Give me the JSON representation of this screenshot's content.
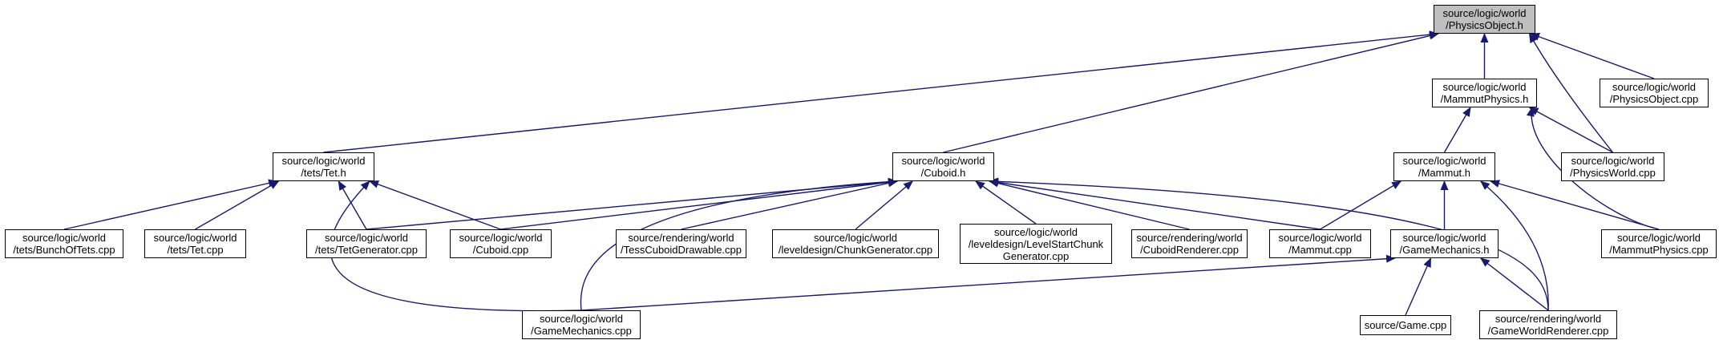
{
  "diagram": {
    "type": "include-dependency-graph",
    "colors": {
      "edge": "#191970",
      "focus_fill": "#bfbfbf",
      "node_fill": "#ffffff",
      "node_border": "#000000"
    },
    "nodes": [
      {
        "id": "physicsobject_h",
        "lines": [
          "source/logic/world",
          "/PhysicsObject.h"
        ],
        "focus": true
      },
      {
        "id": "mammutphysics_h",
        "lines": [
          "source/logic/world",
          "/MammutPhysics.h"
        ]
      },
      {
        "id": "physicsobject_cpp",
        "lines": [
          "source/logic/world",
          "/PhysicsObject.cpp"
        ]
      },
      {
        "id": "tet_h",
        "lines": [
          "source/logic/world",
          "/tets/Tet.h"
        ]
      },
      {
        "id": "cuboid_h",
        "lines": [
          "source/logic/world",
          "/Cuboid.h"
        ]
      },
      {
        "id": "mammut_h",
        "lines": [
          "source/logic/world",
          "/Mammut.h"
        ]
      },
      {
        "id": "physicsworld_cpp",
        "lines": [
          "source/logic/world",
          "/PhysicsWorld.cpp"
        ]
      },
      {
        "id": "bunchoftets_cpp",
        "lines": [
          "source/logic/world",
          "/tets/BunchOfTets.cpp"
        ]
      },
      {
        "id": "tet_cpp",
        "lines": [
          "source/logic/world",
          "/tets/Tet.cpp"
        ]
      },
      {
        "id": "tetgenerator_cpp",
        "lines": [
          "source/logic/world",
          "/tets/TetGenerator.cpp"
        ]
      },
      {
        "id": "cuboid_cpp",
        "lines": [
          "source/logic/world",
          "/Cuboid.cpp"
        ]
      },
      {
        "id": "tesscuboiddrawable_cpp",
        "lines": [
          "source/rendering/world",
          "/TessCuboidDrawable.cpp"
        ]
      },
      {
        "id": "chunkgenerator_cpp",
        "lines": [
          "source/logic/world",
          "/leveldesign/ChunkGenerator.cpp"
        ]
      },
      {
        "id": "levelstartchunkgenerator_cpp",
        "lines": [
          "source/logic/world",
          "/leveldesign/LevelStartChunk",
          "Generator.cpp"
        ]
      },
      {
        "id": "cuboidrenderer_cpp",
        "lines": [
          "source/rendering/world",
          "/CuboidRenderer.cpp"
        ]
      },
      {
        "id": "mammut_cpp",
        "lines": [
          "source/logic/world",
          "/Mammut.cpp"
        ]
      },
      {
        "id": "gamemechanics_h",
        "lines": [
          "source/logic/world",
          "/GameMechanics.h"
        ]
      },
      {
        "id": "mammutphysics_cpp",
        "lines": [
          "source/logic/world",
          "/MammutPhysics.cpp"
        ]
      },
      {
        "id": "gamemechanics_cpp",
        "lines": [
          "source/logic/world",
          "/GameMechanics.cpp"
        ]
      },
      {
        "id": "game_cpp",
        "lines": [
          "source/Game.cpp"
        ]
      },
      {
        "id": "gameworldrenderer_cpp",
        "lines": [
          "source/rendering/world",
          "/GameWorldRenderer.cpp"
        ]
      }
    ],
    "edges": [
      {
        "from": "physicsobject_h",
        "to": "tet_h"
      },
      {
        "from": "physicsobject_h",
        "to": "cuboid_h"
      },
      {
        "from": "physicsobject_h",
        "to": "mammutphysics_h"
      },
      {
        "from": "physicsobject_h",
        "to": "physicsworld_cpp"
      },
      {
        "from": "physicsobject_h",
        "to": "physicsobject_cpp"
      },
      {
        "from": "mammutphysics_h",
        "to": "mammut_h"
      },
      {
        "from": "mammutphysics_h",
        "to": "physicsworld_cpp"
      },
      {
        "from": "mammutphysics_h",
        "to": "mammutphysics_cpp"
      },
      {
        "from": "tet_h",
        "to": "bunchoftets_cpp"
      },
      {
        "from": "tet_h",
        "to": "tet_cpp"
      },
      {
        "from": "tet_h",
        "to": "tetgenerator_cpp"
      },
      {
        "from": "tet_h",
        "to": "cuboid_cpp"
      },
      {
        "from": "tet_h",
        "to": "gamemechanics_cpp"
      },
      {
        "from": "cuboid_h",
        "to": "tetgenerator_cpp"
      },
      {
        "from": "cuboid_h",
        "to": "cuboid_cpp"
      },
      {
        "from": "cuboid_h",
        "to": "tesscuboiddrawable_cpp"
      },
      {
        "from": "cuboid_h",
        "to": "chunkgenerator_cpp"
      },
      {
        "from": "cuboid_h",
        "to": "levelstartchunkgenerator_cpp"
      },
      {
        "from": "cuboid_h",
        "to": "cuboidrenderer_cpp"
      },
      {
        "from": "cuboid_h",
        "to": "mammut_cpp"
      },
      {
        "from": "cuboid_h",
        "to": "gamemechanics_cpp"
      },
      {
        "from": "cuboid_h",
        "to": "gameworldrenderer_cpp"
      },
      {
        "from": "mammut_h",
        "to": "mammut_cpp"
      },
      {
        "from": "mammut_h",
        "to": "gamemechanics_h"
      },
      {
        "from": "mammut_h",
        "to": "mammutphysics_cpp"
      },
      {
        "from": "mammut_h",
        "to": "gameworldrenderer_cpp"
      },
      {
        "from": "gamemechanics_h",
        "to": "gamemechanics_cpp"
      },
      {
        "from": "gamemechanics_h",
        "to": "game_cpp"
      },
      {
        "from": "gamemechanics_h",
        "to": "gameworldrenderer_cpp"
      }
    ]
  }
}
